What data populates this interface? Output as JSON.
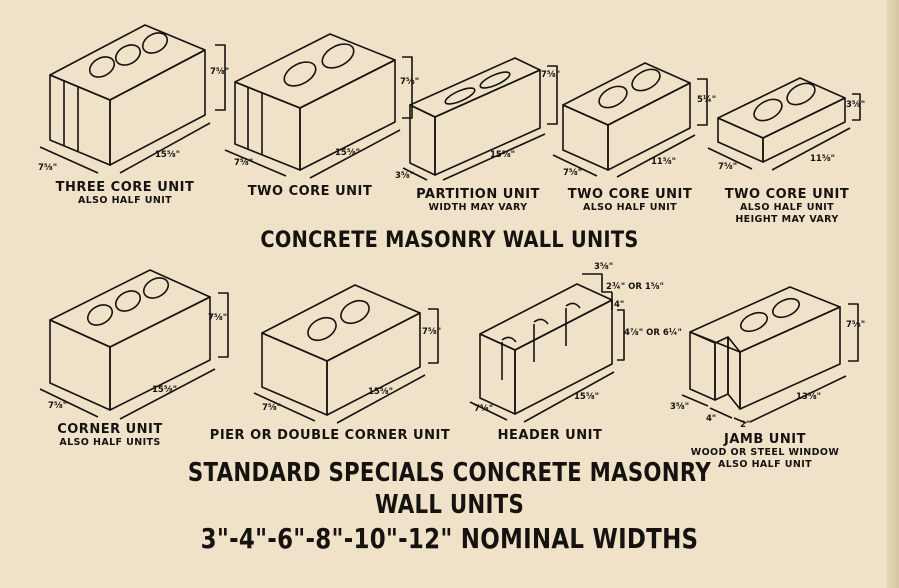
{
  "title_main": "CONCRETE MASONRY WALL UNITS",
  "title_specials_line1": "STANDARD SPECIALS CONCRETE MASONRY",
  "title_specials_line2": "WALL UNITS",
  "title_specials_line3": "3\"-4\"-6\"-8\"-10\"-12\" NOMINAL WIDTHS",
  "units": [
    {
      "name": "THREE CORE UNIT",
      "sub": [
        "ALSO HALF UNIT"
      ],
      "dims": [
        "7⅝\"",
        "7⅝\"",
        "15⅝\""
      ]
    },
    {
      "name": "TWO CORE  UNIT",
      "sub": [],
      "dims": [
        "7⅝\"",
        "7⅝\"",
        "15⅝\""
      ]
    },
    {
      "name": "PARTITION UNIT",
      "sub": [
        "WIDTH MAY VARY"
      ],
      "dims": [
        "7⅝\"",
        "3⅝\"",
        "15⅝\""
      ]
    },
    {
      "name": "TWO CORE UNIT",
      "sub": [
        "ALSO HALF UNIT"
      ],
      "dims": [
        "5¼\"",
        "7⅝\"",
        "11⅝\""
      ]
    },
    {
      "name": "TWO CORE UNIT",
      "sub": [
        "ALSO HALF UNIT",
        "HEIGHT MAY VARY"
      ],
      "dims": [
        "3⅝\"",
        "7⅝\"",
        "11⅝\""
      ]
    },
    {
      "name": "CORNER UNIT",
      "sub": [
        "ALSO HALF UNITS"
      ],
      "dims": [
        "7⅝\"",
        "7⅝\"",
        "15⅝\""
      ]
    },
    {
      "name": "PIER OR DOUBLE CORNER UNIT",
      "sub": [],
      "dims": [
        "7⅝\"",
        "7⅝\"",
        "15⅝\""
      ]
    },
    {
      "name": "HEADER  UNIT",
      "sub": [],
      "dims": [
        "3⅝\"",
        "2¾\" OR 1⅝\"",
        "4\"",
        "4⅞\" OR 6¼\"",
        "7⅝\"",
        "15⅝\""
      ]
    },
    {
      "name": "JAMB UNIT",
      "sub": [
        "WOOD OR STEEL WINDOW",
        "ALSO HALF UNIT"
      ],
      "dims": [
        "7⅝\"",
        "3⅝\"",
        "4\"",
        "2\"",
        "13⅝\""
      ]
    }
  ],
  "colors": {
    "paper": "#efe2c8",
    "ink": "#151210"
  }
}
